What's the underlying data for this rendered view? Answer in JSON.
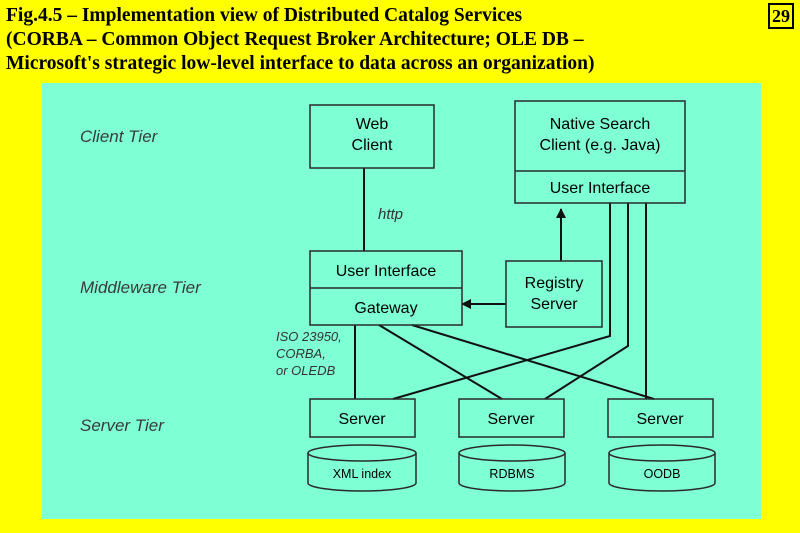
{
  "title": {
    "line1": "Fig.4.5 – Implementation view of Distributed Catalog Services",
    "line2": "(CORBA – Common Object Request Broker Architecture; OLE DB –",
    "line3": "Microsoft's strategic low-level interface to data across an organization)"
  },
  "page_number": "29",
  "diagram": {
    "tiers": {
      "client": "Client Tier",
      "middleware": "Middleware Tier",
      "server": "Server Tier"
    },
    "web_client": {
      "line1": "Web",
      "line2": "Client"
    },
    "native_client": {
      "line1": "Native Search",
      "line2": "Client (e.g. Java)",
      "ui": "User Interface"
    },
    "http_label": "http",
    "gateway_box": {
      "ui": "User Interface",
      "gateway": "Gateway"
    },
    "registry": {
      "line1": "Registry",
      "line2": "Server"
    },
    "protocol_note": {
      "line1": "ISO 23950,",
      "line2": "CORBA,",
      "line3": "or OLEDB"
    },
    "servers": [
      "Server",
      "Server",
      "Server"
    ],
    "databases": [
      "XML index",
      "RDBMS",
      "OODB"
    ]
  }
}
